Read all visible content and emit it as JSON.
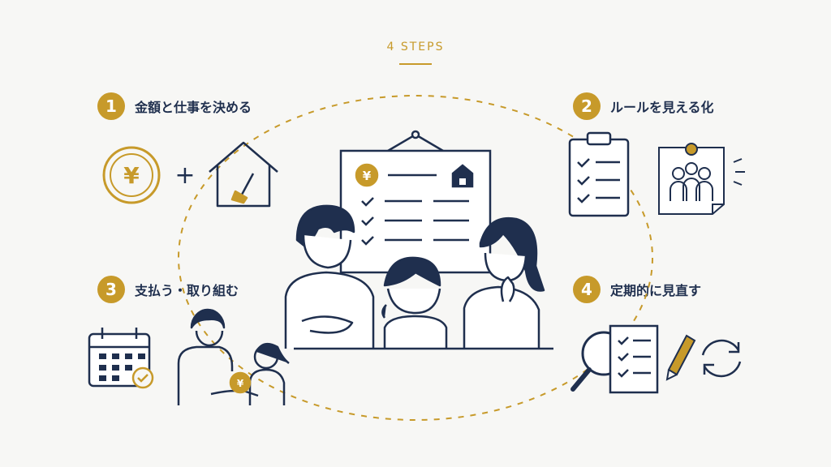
{
  "header": {
    "title": "4 STEPS"
  },
  "steps": [
    {
      "number": "1",
      "title": "金額と仕事を決める"
    },
    {
      "number": "2",
      "title": "ルールを見える化"
    },
    {
      "number": "3",
      "title": "支払う・取り組む"
    },
    {
      "number": "4",
      "title": "定期的に見直す"
    }
  ],
  "symbols": {
    "yen": "¥",
    "plus": "+"
  },
  "colors": {
    "navy": "#1f2f4e",
    "gold": "#c79a2a",
    "background": "#f7f7f5"
  },
  "icons": [
    "yen-coin-icon",
    "house-broom-icon",
    "clipboard-checklist-icon",
    "family-photo-icon",
    "calendar-check-icon",
    "magnifier-icon",
    "checklist-paper-icon",
    "pencil-icon",
    "cycle-arrows-icon",
    "family-illustration"
  ]
}
